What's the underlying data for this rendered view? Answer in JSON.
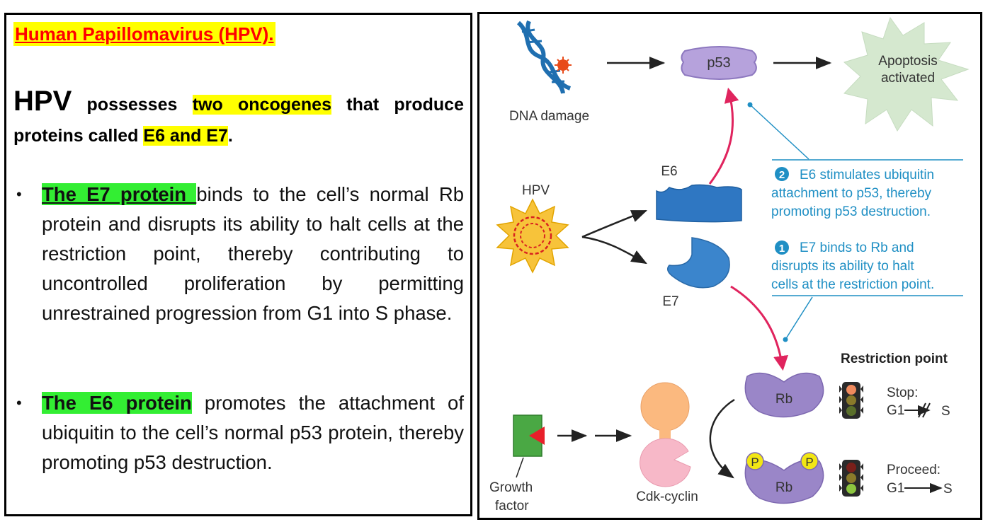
{
  "left": {
    "title": "Human Papillomavirus (HPV).",
    "intro": {
      "hpv": "HPV",
      "text1": " possesses ",
      "two_oncogenes": "two oncogenes",
      "text2": " that produce proteins called ",
      "e6_e7": "E6 and E7",
      "period": "."
    },
    "bullet_e7": {
      "marker": "•",
      "lead": "The E7 protein ",
      "text": "binds to the cell’s normal Rb protein and disrupts its ability to halt cells at the restriction point, thereby contributing to uncontrolled proliferation by permitting unrestrained progression from G1 into S phase."
    },
    "bullet_e6": {
      "marker": "•",
      "lead": "The E6 protein",
      "text": " promotes the attachment of ubiquitin to the cell’s normal p53 protein, thereby promoting p53 destruction."
    }
  },
  "diagram": {
    "dna_damage": "DNA damage",
    "p53": "p53",
    "apoptosis_line1": "Apoptosis",
    "apoptosis_line2": "activated",
    "hpv": "HPV",
    "e6": "E6",
    "e7": "E7",
    "step2_num": "2",
    "step2_line1": "E6 stimulates ubiquitin",
    "step2_line2": "attachment to p53, thereby",
    "step2_line3": "promoting p53 destruction.",
    "step1_num": "1",
    "step1_line1": "E7 binds to Rb and",
    "step1_line2": "disrupts its ability to halt",
    "step1_line3": "cells at the restriction point.",
    "restriction_point": "Restriction point",
    "rb_top": "Rb",
    "rb_bottom": "Rb",
    "p_left": "P",
    "p_right": "P",
    "stop_label": "Stop:",
    "stop_g1": "G1",
    "stop_s": "S",
    "proceed_label": "Proceed:",
    "proceed_g1": "G1",
    "proceed_s": "S",
    "growth_line1": "Growth",
    "growth_line2": "factor",
    "cdk_cyclin": "Cdk-cyclin",
    "colors": {
      "caption": "#1f8fc4",
      "purple": "#9a86c8",
      "red_arrow": "#e0245e",
      "e6_blue": "#2f77c2",
      "apoptosis_star": "#d5e8cf"
    }
  }
}
